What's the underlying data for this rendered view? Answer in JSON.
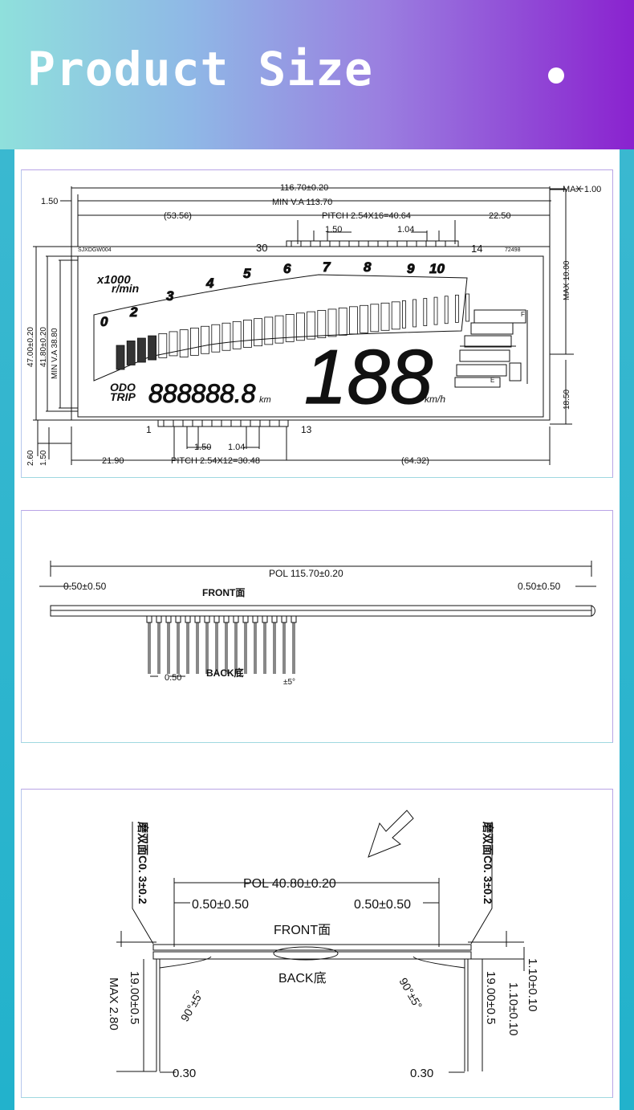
{
  "banner": {
    "title": "Product Size"
  },
  "panel1": {
    "dims": {
      "overall_width": "116.70±0.20",
      "max_top": "MAX  1.00",
      "left_offset": "1.50",
      "min_va_width": "MIN  V.A  113.70",
      "left_part": "(53.56)",
      "top_pitch": "PITCH  2.54X16=40.64",
      "right_part": "22.50",
      "top_pin_space": "1.50",
      "top_pin_width": "1.04",
      "overall_height": "47.00±0.20",
      "glass_height": "41.80±0.20",
      "min_va_height": "MIN  V.A  38.80",
      "max_right": "MAX  10.00",
      "right_height": "18.50",
      "bottom_left_a": "2.60",
      "bottom_left_b": "1.50",
      "bottom_left_dim": "21.90",
      "bottom_pitch": "PITCH  2.54X12=30.48",
      "bottom_right_dim": "(64.32)",
      "bottom_pin_space": "1.50",
      "bottom_pin_width": "1.04"
    },
    "labels": {
      "part_no": "SJXDGW004",
      "code": "72498",
      "pin_30": "30",
      "pin_14": "14",
      "pin_1": "1",
      "pin_13": "13"
    },
    "lcd": {
      "rpm_unit_top": "x1000",
      "rpm_unit_bottom": "r/min",
      "scale": [
        "0",
        "2",
        "3",
        "4",
        "5",
        "6",
        "7",
        "8",
        "9",
        "10"
      ],
      "odo": "ODO",
      "trip": "TRIP",
      "odo_digits": "888888.8",
      "km": "km",
      "speed": "188",
      "speed_unit": "km/h",
      "fuel_f": "F",
      "fuel_e": "E"
    }
  },
  "panel2": {
    "pol": "POL  115.70±0.20",
    "left_tol": "0.50±0.50",
    "right_tol": "0.50±0.50",
    "front": "FRONT面",
    "back": "BACK底",
    "pin_dim": "0.50",
    "angle": "±5°"
  },
  "panel3": {
    "pol": "POL  40.80±0.20",
    "left_tol": "0.50±0.50",
    "right_tol": "0.50±0.50",
    "front": "FRONT面",
    "back": "BACK底",
    "chamfer_left": "磨双面C0. 3±0.2",
    "chamfer_right": "磨双面C0. 3±0.2",
    "angle_left": "90°±5°",
    "angle_right": "90°±5°",
    "left_height": "19.00±0.5",
    "left_max": "MAX  2.80",
    "right_height": "19.00±0.5",
    "right_thick": "1.10±0.10",
    "right_top": "1.10±0.10",
    "left_foot": "0.30",
    "right_foot": "0.30"
  }
}
